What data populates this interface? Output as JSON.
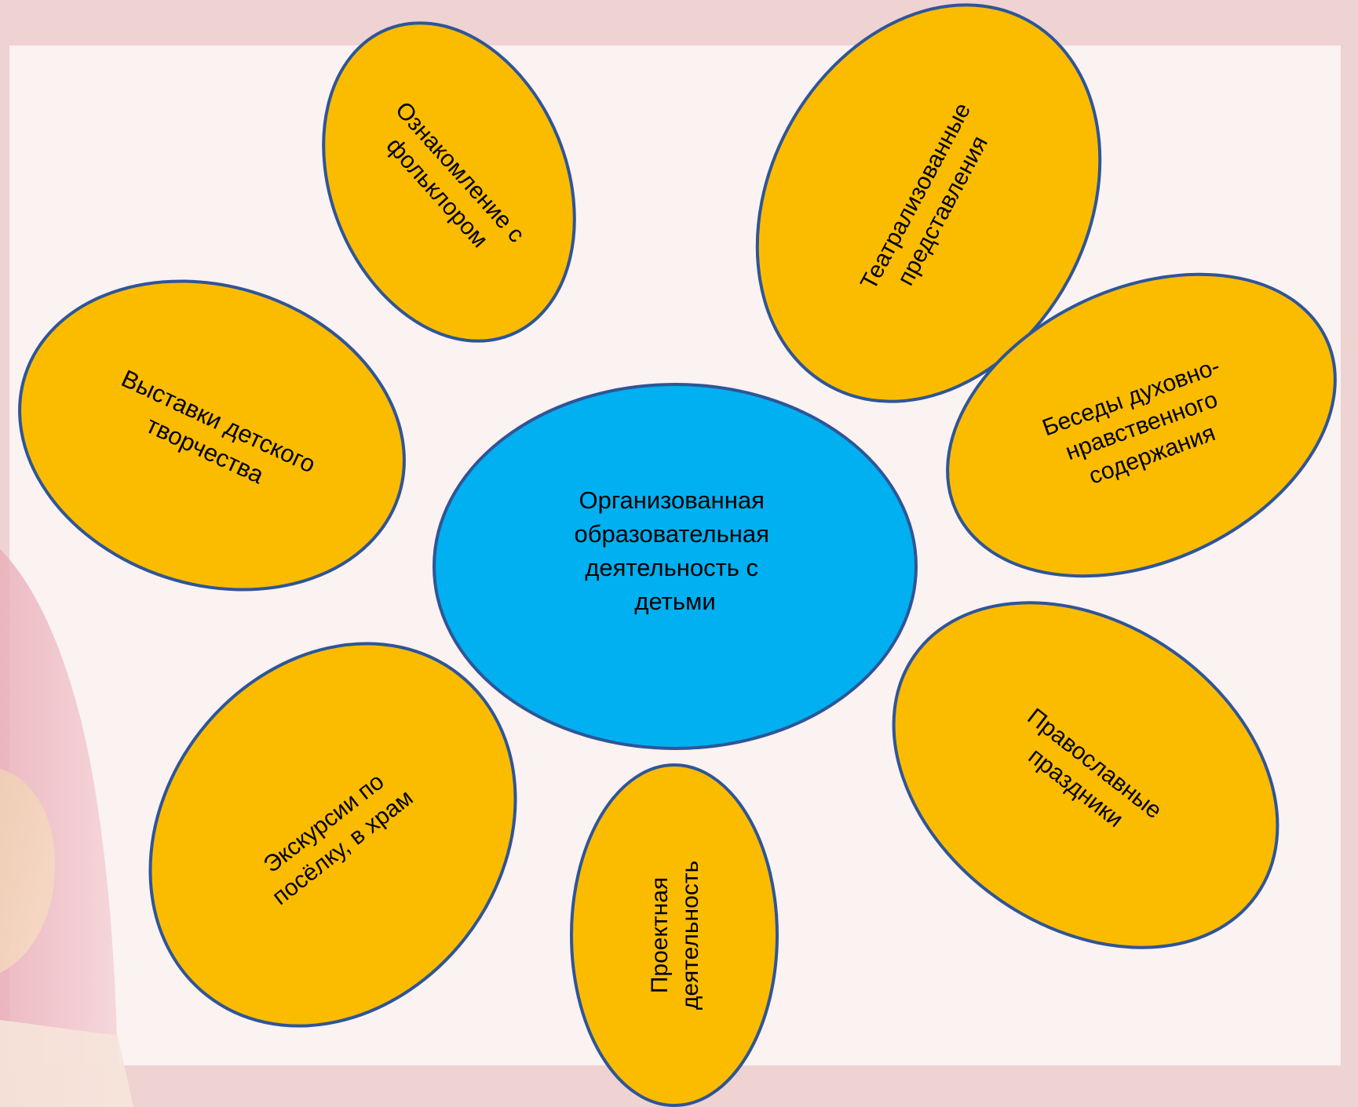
{
  "center": {
    "lines": [
      "Организованная",
      "образовательная",
      "деятельность с",
      "детьми"
    ]
  },
  "petals": [
    {
      "id": "folklore",
      "lines": [
        "Ознакомление с",
        "фольклором"
      ]
    },
    {
      "id": "theatre",
      "lines": [
        "Театрализованные",
        "представления"
      ]
    },
    {
      "id": "talks",
      "lines": [
        "Беседы духовно-",
        "нравственного",
        "содержания"
      ]
    },
    {
      "id": "holidays",
      "lines": [
        "Православные",
        "праздники"
      ]
    },
    {
      "id": "project",
      "lines": [
        "Проектная",
        "деятельность"
      ]
    },
    {
      "id": "excursions",
      "lines": [
        "Экскурсии по",
        "посёлку, в храм"
      ]
    },
    {
      "id": "exhibitions",
      "lines": [
        "Выставки детского",
        "творчества"
      ]
    }
  ],
  "colors": {
    "petal_fill": "#fbbc00",
    "center_fill": "#00b0f0",
    "outline": "#2f5597",
    "text": "#000000",
    "page_background": "#efd2d2",
    "panel_background": "#fbf2f2"
  }
}
